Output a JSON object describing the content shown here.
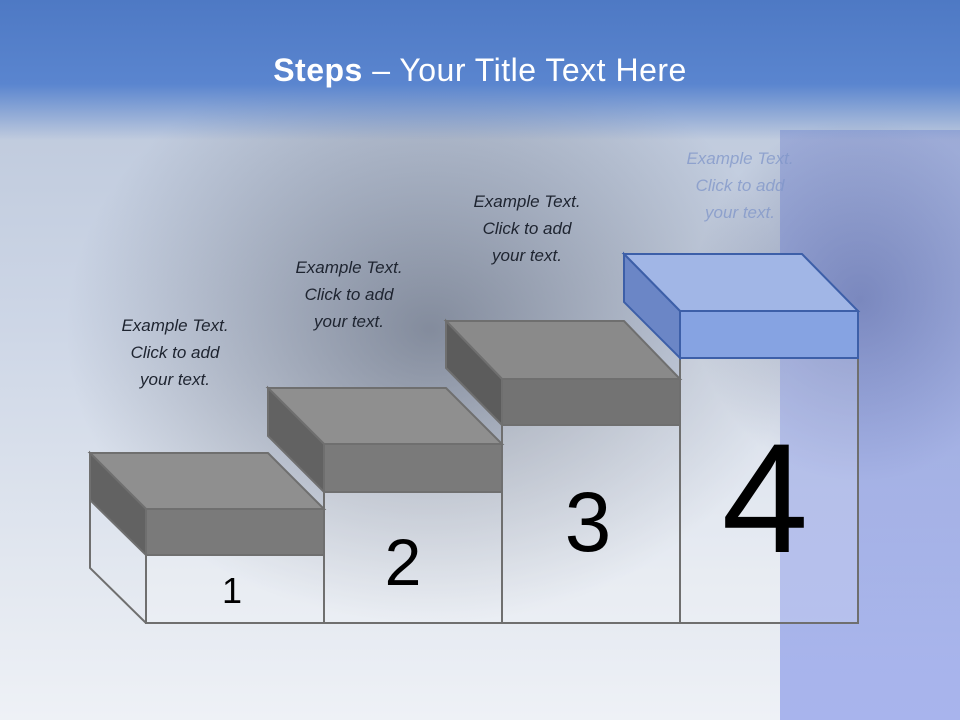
{
  "slide": {
    "title_bold": "Steps",
    "title_rest": " – Your Title Text Here"
  },
  "steps": [
    {
      "number": "1",
      "caption_line1": "Example Text.",
      "caption_line2": "Click  to add",
      "caption_line3": "your text."
    },
    {
      "number": "2",
      "caption_line1": "Example Text.",
      "caption_line2": "Click  to add",
      "caption_line3": "your text."
    },
    {
      "number": "3",
      "caption_line1": "Example Text.",
      "caption_line2": "Click  to add",
      "caption_line3": "your text."
    },
    {
      "number": "4",
      "caption_line1": "Example Text.",
      "caption_line2": "Click  to add",
      "caption_line3": "your text."
    }
  ],
  "colors": {
    "header": "#4e79c4",
    "step_gray_top": "#8c8c8c",
    "step_gray_front": "#6e6e6e",
    "step_gray_side": "#5e5e5e",
    "step_blue_top": "#a3b8e8",
    "step_blue_front": "#7f9ee0",
    "step_blue_side": "#6a86c8"
  }
}
